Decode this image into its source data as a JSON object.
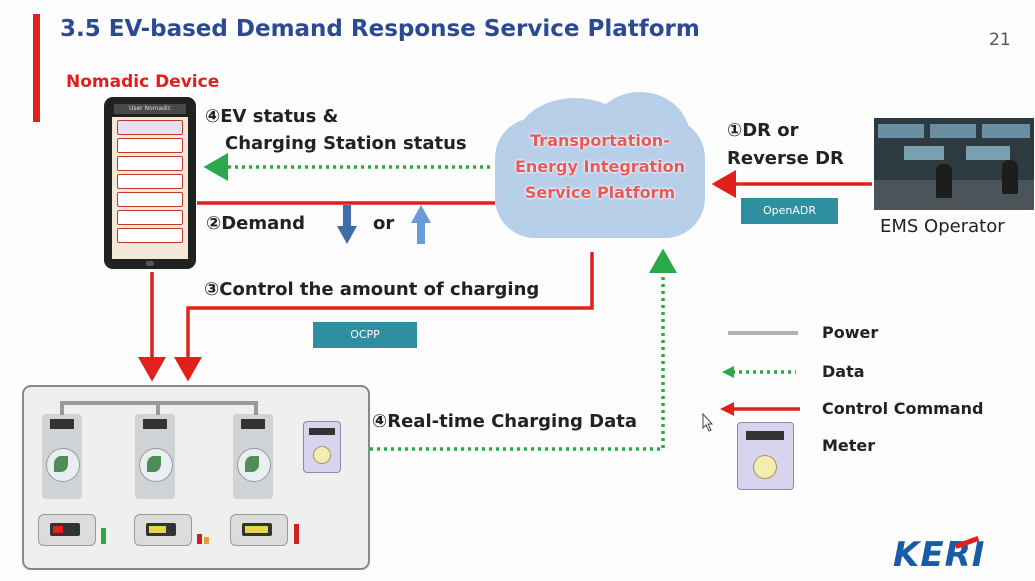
{
  "slide": {
    "title": "3.5 EV-based Demand Response Service Platform",
    "subtitle": "Nomadic Device",
    "page_number": "21",
    "logo_text": "KERI"
  },
  "phone": {
    "header_text": "User Nomadic"
  },
  "cloud": {
    "line1": "Transportation-",
    "line2": "Energy Integration",
    "line3": "Service Platform"
  },
  "labels": {
    "ev_status_line1": "④EV status &",
    "ev_status_line2": "Charging Station status",
    "demand": "②Demand",
    "or": "or",
    "control": "③Control the amount of charging",
    "dr_line1": "①DR or",
    "dr_line2": "Reverse DR",
    "realtime": "④Real-time Charging Data",
    "ems_operator": "EMS Operator"
  },
  "tags": {
    "openadr": "OpenADR",
    "ocpp": "OCPP"
  },
  "legend": [
    {
      "label": "Power",
      "style": "power"
    },
    {
      "label": "Data",
      "style": "data"
    },
    {
      "label": "Control Command",
      "style": "control"
    },
    {
      "label": "Meter",
      "style": "meter"
    }
  ],
  "colors": {
    "title": "#2b4a92",
    "accent_red": "#e0201d",
    "data_green": "#2aa84a",
    "cloud": "#b7cfe9",
    "tag": "#2f8ea0",
    "down_arrow": "#3d6ea8",
    "up_arrow": "#6a9ad8"
  }
}
